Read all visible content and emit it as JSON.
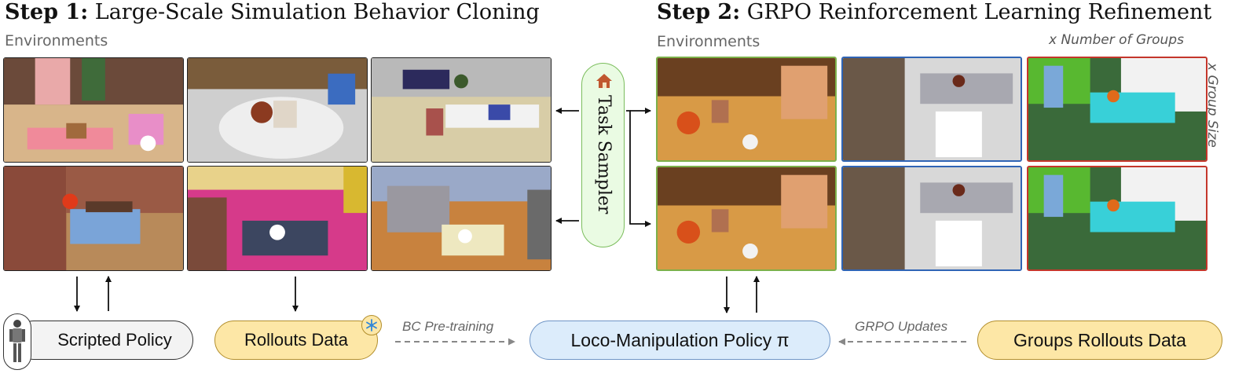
{
  "step1": {
    "prefix": "Step 1:",
    "title": "Large-Scale Simulation Behavior Cloning",
    "environments_label": "Environments"
  },
  "step2": {
    "prefix": "Step 2:",
    "title": "GRPO Reinforcement Learning Refinement",
    "environments_label": "Environments",
    "groups_label": "x Number of Groups",
    "group_size_label": "x Group Size"
  },
  "task_sampler": {
    "label": "Task Sampler"
  },
  "nodes": {
    "scripted_policy": "Scripted Policy",
    "rollouts_data": "Rollouts Data",
    "policy": "Loco-Manipulation Policy π",
    "groups_rollouts": "Groups Rollouts Data"
  },
  "edges": {
    "bc_pretraining": "BC Pre-training",
    "grpo_updates": "GRPO Updates"
  },
  "icons": {
    "robot": "robot-icon",
    "snowflake": "snowflake-icon",
    "house": "house-icon"
  },
  "colors": {
    "green_border": "#7cb04a",
    "blue_border": "#2f64b5",
    "red_border": "#c4362b"
  }
}
